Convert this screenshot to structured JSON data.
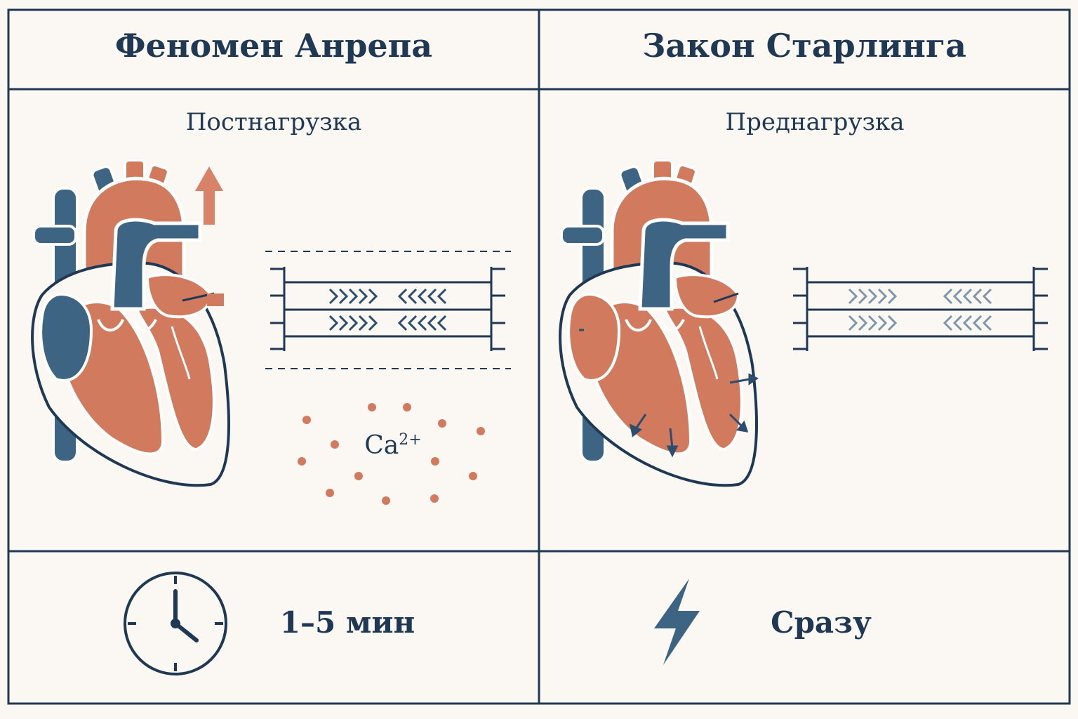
{
  "left": {
    "title": "Феномен Анрепа",
    "subtitle": "Постнагрузка",
    "ion_symbol": "Ca",
    "ion_charge": "2+",
    "time_text": "1–5 мин",
    "icon": "clock-icon"
  },
  "right": {
    "title": "Закон Старлинга",
    "subtitle": "Преднагрузка",
    "time_text": "Сразу",
    "icon": "lightning-icon"
  },
  "colors": {
    "background": "#fbf8f3",
    "border": "#1f3954",
    "heart_red": "#d27a5e",
    "vessel_blue": "#3e6484",
    "arrow_orange": "#d9826a"
  }
}
